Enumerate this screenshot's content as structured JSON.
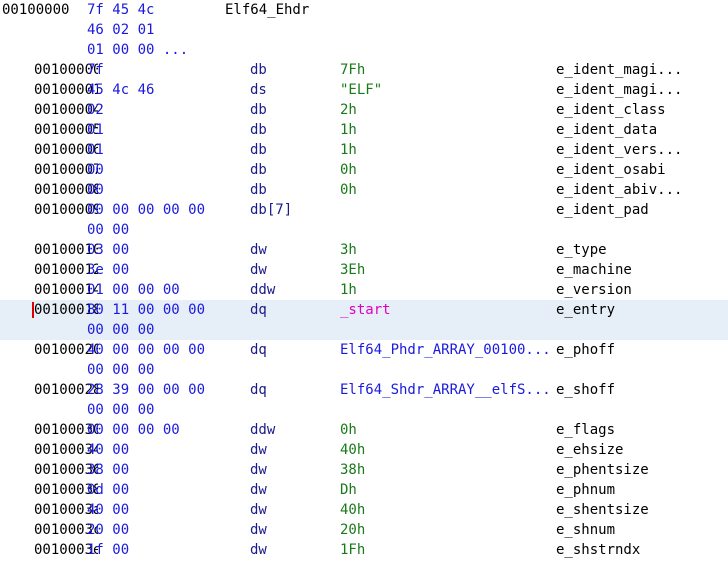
{
  "header": {
    "address": "00100000",
    "bytes_lines": [
      "7f 45 4c",
      "46 02 01",
      "01 00 00 ..."
    ],
    "struct_name": "Elf64_Ehdr"
  },
  "rows": [
    {
      "addr": "00100000",
      "bytes": [
        "7f"
      ],
      "mnem": "db",
      "operand": "7Fh",
      "op_kind": "value",
      "field": "e_ident_magi..."
    },
    {
      "addr": "00100001",
      "bytes": [
        "45 4c 46"
      ],
      "mnem": "ds",
      "operand": "\"ELF\"",
      "op_kind": "value",
      "field": "e_ident_magi..."
    },
    {
      "addr": "00100004",
      "bytes": [
        "02"
      ],
      "mnem": "db",
      "operand": "2h",
      "op_kind": "value",
      "field": "e_ident_class"
    },
    {
      "addr": "00100005",
      "bytes": [
        "01"
      ],
      "mnem": "db",
      "operand": "1h",
      "op_kind": "value",
      "field": "e_ident_data"
    },
    {
      "addr": "00100006",
      "bytes": [
        "01"
      ],
      "mnem": "db",
      "operand": "1h",
      "op_kind": "value",
      "field": "e_ident_vers..."
    },
    {
      "addr": "00100007",
      "bytes": [
        "00"
      ],
      "mnem": "db",
      "operand": "0h",
      "op_kind": "value",
      "field": "e_ident_osabi"
    },
    {
      "addr": "00100008",
      "bytes": [
        "00"
      ],
      "mnem": "db",
      "operand": "0h",
      "op_kind": "value",
      "field": "e_ident_abiv..."
    },
    {
      "addr": "00100009",
      "bytes": [
        "00 00 00 00 00",
        "00 00"
      ],
      "mnem": "db[7]",
      "operand": "",
      "op_kind": "value",
      "field": "e_ident_pad"
    },
    {
      "addr": "00100010",
      "bytes": [
        "03 00"
      ],
      "mnem": "dw",
      "operand": "3h",
      "op_kind": "value",
      "field": "e_type"
    },
    {
      "addr": "00100012",
      "bytes": [
        "3e 00"
      ],
      "mnem": "dw",
      "operand": "3Eh",
      "op_kind": "value",
      "field": "e_machine"
    },
    {
      "addr": "00100014",
      "bytes": [
        "01 00 00 00"
      ],
      "mnem": "ddw",
      "operand": "1h",
      "op_kind": "value",
      "field": "e_version"
    },
    {
      "addr": "00100018",
      "bytes": [
        "80 11 00 00 00",
        "00 00 00"
      ],
      "mnem": "dq",
      "operand": "_start",
      "op_kind": "label",
      "field": "e_entry",
      "selected": true
    },
    {
      "addr": "00100020",
      "bytes": [
        "40 00 00 00 00",
        "00 00 00"
      ],
      "mnem": "dq",
      "operand": "Elf64_Phdr_ARRAY_00100...",
      "op_kind": "ref",
      "field": "e_phoff"
    },
    {
      "addr": "00100028",
      "bytes": [
        "28 39 00 00 00",
        "00 00 00"
      ],
      "mnem": "dq",
      "operand": "Elf64_Shdr_ARRAY__elfS...",
      "op_kind": "ref",
      "field": "e_shoff"
    },
    {
      "addr": "00100030",
      "bytes": [
        "00 00 00 00"
      ],
      "mnem": "ddw",
      "operand": "0h",
      "op_kind": "value",
      "field": "e_flags"
    },
    {
      "addr": "00100034",
      "bytes": [
        "40 00"
      ],
      "mnem": "dw",
      "operand": "40h",
      "op_kind": "value",
      "field": "e_ehsize"
    },
    {
      "addr": "00100036",
      "bytes": [
        "38 00"
      ],
      "mnem": "dw",
      "operand": "38h",
      "op_kind": "value",
      "field": "e_phentsize"
    },
    {
      "addr": "00100038",
      "bytes": [
        "0d 00"
      ],
      "mnem": "dw",
      "operand": "Dh",
      "op_kind": "value",
      "field": "e_phnum"
    },
    {
      "addr": "0010003a",
      "bytes": [
        "40 00"
      ],
      "mnem": "dw",
      "operand": "40h",
      "op_kind": "value",
      "field": "e_shentsize"
    },
    {
      "addr": "0010003c",
      "bytes": [
        "20 00"
      ],
      "mnem": "dw",
      "operand": "20h",
      "op_kind": "value",
      "field": "e_shnum"
    },
    {
      "addr": "0010003e",
      "bytes": [
        "1f 00"
      ],
      "mnem": "dw",
      "operand": "1Fh",
      "op_kind": "value",
      "field": "e_shstrndx"
    }
  ],
  "colors": {
    "address": "#000000",
    "bytes": "#1a1ae0",
    "mnemonic": "#1a1a8a",
    "operand_value": "#1a7a1a",
    "operand_label": "#e000c0",
    "operand_ref": "#1a1ae0",
    "selection": "#e6eef8",
    "cursor": "#e00000"
  }
}
